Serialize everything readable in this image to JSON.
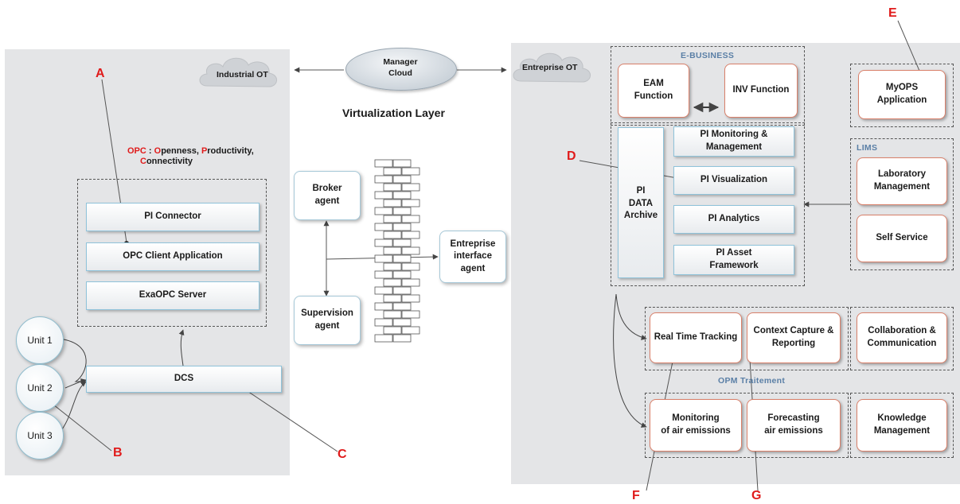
{
  "clouds": {
    "industrial": "Industrial OT",
    "entreprise": "Entreprise OT",
    "manager": [
      "Manager",
      "Cloud"
    ]
  },
  "virtualization_title": "Virtualization Layer",
  "opc_caption": {
    "line1_a": "OPC",
    "line1_b": " : ",
    "line1_c": "O",
    "line1_d": "penness, ",
    "line1_e": "P",
    "line1_f": "roductivity,",
    "line2_a": "C",
    "line2_b": "onnectivity"
  },
  "left_stack": [
    "PI Connector",
    "OPC Client Application",
    "ExaOPC Server"
  ],
  "dcs": "DCS",
  "units": [
    "Unit 1",
    "Unit 2",
    "Unit 3"
  ],
  "agents": {
    "broker": [
      "Broker",
      "agent"
    ],
    "supervision": [
      "Supervision",
      "agent"
    ],
    "entreprise": [
      "Entreprise",
      "interface",
      "agent"
    ]
  },
  "ebusiness": {
    "title": "E-BUSINESS",
    "eam": [
      "EAM",
      "Function"
    ],
    "inv": "INV Function"
  },
  "myops": [
    "MyOPS",
    "Application"
  ],
  "pi": {
    "archive": [
      "PI",
      "DATA",
      "Archive"
    ],
    "monitoring": [
      "PI Monitoring &",
      "Management"
    ],
    "visualization": "PI Visualization",
    "analytics": "PI Analytics",
    "asset": [
      "PI Asset",
      "Framework"
    ]
  },
  "lims": {
    "title": "LIMS",
    "lab": [
      "Laboratory",
      "Management"
    ],
    "self": "Self Service"
  },
  "opm": {
    "title": "OPM Traitement",
    "rtt": "Real Time Tracking",
    "ccr": [
      "Context Capture &",
      "Reporting"
    ],
    "collab": [
      "Collaboration &",
      "Communication"
    ],
    "monitoring": [
      "Monitoring",
      "of air emissions"
    ],
    "forecasting": [
      "Forecasting",
      "air emissions"
    ],
    "knowledge": [
      "Knowledge",
      "Management"
    ]
  },
  "letters": [
    "A",
    "B",
    "C",
    "D",
    "E",
    "F",
    "G"
  ],
  "colors": {
    "panel": "#e4e5e7",
    "letter": "#e01b1b",
    "box_border": "#8fc3da",
    "rounded_border": "#d9806a",
    "section_title": "#5a7fa6"
  }
}
